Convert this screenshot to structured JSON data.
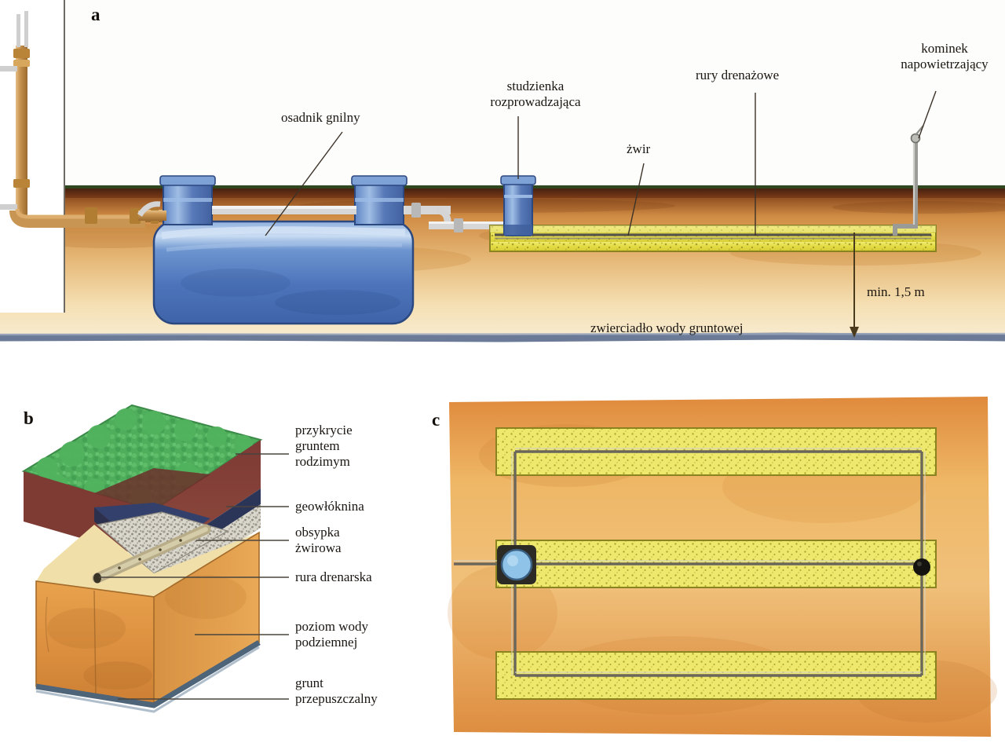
{
  "figure": {
    "kind": "technical-illustration",
    "subject": "Septic tank with gravel drainage field",
    "language": "Polish"
  },
  "panels": [
    {
      "letter": "a",
      "name": "cross-section-view"
    },
    {
      "letter": "b",
      "name": "trench-cutaway-block"
    },
    {
      "letter": "c",
      "name": "drainage-field-plan-view"
    }
  ],
  "panel_a": {
    "letter": "a",
    "labels": {
      "septic_tank": "osadnik gnilny",
      "distribution_well": "studzienka\nrozprowadzająca",
      "gravel": "żwir",
      "drainage_pipes": "rury drenażowe",
      "vent_chimney": "kominek\nnapowietrzający",
      "min_depth": "min. 1,5 m",
      "groundwater_table": "zwierciadło wody gruntowej"
    }
  },
  "panel_b": {
    "letter": "b",
    "labels": [
      "przykrycie\ngruntem\nrodzimym",
      "geowłóknina",
      "obsypka\nżwirowa",
      "rura drenarska",
      "poziom wody\npodziemnej",
      "grunt\nprzepuszczalny"
    ]
  },
  "panel_c": {
    "letter": "c"
  },
  "colors": {
    "topsoil": "#5a2a18",
    "subsoil": "#d8914a",
    "deep_soil": "#f3d9a8",
    "gravel": "#e8e24a",
    "tank_blue": "#4f77bd",
    "grass_green": "#4aa85a",
    "groundwater": "#6b7a96",
    "pipe_copper": "#c08a42",
    "geotextile": "#2b3558"
  }
}
